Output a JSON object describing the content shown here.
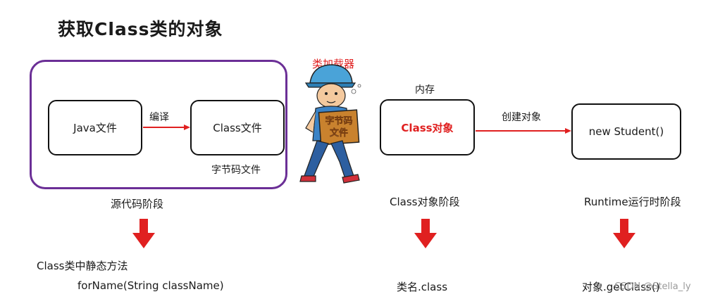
{
  "title": "获取Class类的对象",
  "boxes": {
    "java_file": "Java文件",
    "class_file": "Class文件",
    "class_object": "Class对象",
    "new_student": "new Student()"
  },
  "labels": {
    "compile": "编译",
    "bytecode_file": "字节码文件",
    "class_loader": "类加载器",
    "memory": "内存",
    "create_object": "创建对象",
    "source_stage": "源代码阶段",
    "class_object_stage": "Class对象阶段",
    "runtime_stage": "Runtime运行时阶段",
    "static_method_heading": "Class类中静态方法",
    "for_name": "forName(String className)",
    "class_name_dot_class": "类名.class",
    "get_class": "对象.getClass()",
    "box_text": "字节码文件",
    "box_text_line1": "字节码",
    "box_text_line2": "文件"
  },
  "watermark": "CSDN @Stella_ly",
  "colors": {
    "accent_red": "#e02020",
    "frame_purple": "#6b2f96"
  }
}
